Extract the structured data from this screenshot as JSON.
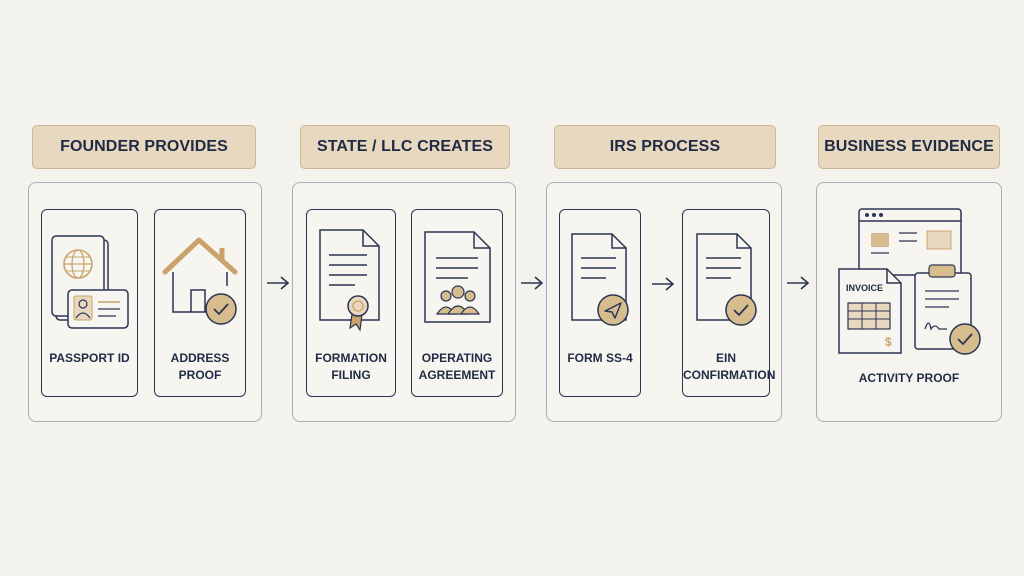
{
  "stages": [
    {
      "title": "FOUNDER PROVIDES",
      "items": [
        {
          "line1": "PASSPORT ID",
          "line2": ""
        },
        {
          "line1": "ADDRESS",
          "line2": "PROOF"
        }
      ]
    },
    {
      "title": "STATE / LLC CREATES",
      "items": [
        {
          "line1": "FORMATION",
          "line2": "FILING"
        },
        {
          "line1": "OPERATING",
          "line2": "AGREEMENT"
        }
      ]
    },
    {
      "title": "IRS PROCESS",
      "items": [
        {
          "line1": "FORM SS-4",
          "line2": ""
        },
        {
          "line1": "EIN",
          "line2": "CONFIRMATION"
        }
      ]
    },
    {
      "title": "BUSINESS EVIDENCE",
      "items": [
        {
          "line1": "ACTIVITY PROOF",
          "line2": ""
        }
      ]
    }
  ],
  "invoice_text": "INVOICE",
  "colors": {
    "navy": "#2b3553",
    "beige": "#e8d8bf",
    "gold": "#c9a36b",
    "panel_border": "#a9adb7",
    "background": "#f4f2ec"
  }
}
